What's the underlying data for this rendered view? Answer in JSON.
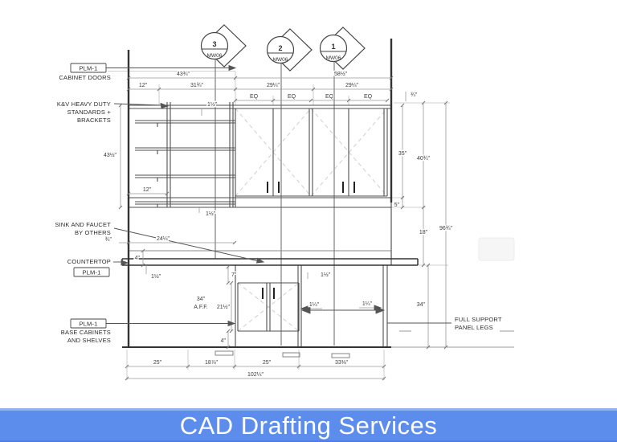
{
  "banner": {
    "title": "CAD Drafting Services"
  },
  "colors": {
    "banner_bg": "#5c8ded",
    "banner_top_edge": "#8fb1f1",
    "banner_text": "#ffffff",
    "drawing_line": "#4f4f4f",
    "heavy_line": "#333333",
    "dim_line": "#9a9a9a",
    "dashed_swing": "#cfcfcf"
  },
  "callouts": [
    {
      "number": "3",
      "sheet": "MW06"
    },
    {
      "number": "2",
      "sheet": "MW06"
    },
    {
      "number": "1",
      "sheet": "MW06"
    }
  ],
  "labels": {
    "plm1": "PLM-1",
    "cabinet_doors": "CABINET DOORS",
    "kv1": "K&V HEAVY DUTY",
    "kv2": "STANDARDS +",
    "kv3": "BRACKETS",
    "sink1": "SINK AND FAUCET",
    "sink2": "BY OTHERS",
    "countertop": "COUNTERTOP",
    "base1": "BASE CABINETS",
    "base2": "AND SHELVES",
    "support1": "FULL SUPPORT",
    "support2": "PANEL LEGS"
  },
  "dims": {
    "top_left": "43¾\"",
    "top_right": "58½\"",
    "upper_12": "12\"",
    "upper_31": "31¾\"",
    "upper_29a": "29¼\"",
    "upper_29b": "29¼\"",
    "eq": "EQ",
    "top_1half": "1½\"",
    "shelf_height": "43½\"",
    "shelf_12": "12\"",
    "shelf_1half": "1½\"",
    "panel_3q": "¾\"",
    "upper_35": "35\"",
    "upper_40": "40¾\"",
    "valance_5": "5\"",
    "splash_18": "18\"",
    "overall_96": "96¾\"",
    "counter_3q": "¾\"",
    "counter_24": "24¼\"",
    "counter_4": "4\"",
    "counter_1half": "1½\"",
    "base_7": "7\"",
    "base_21": "21½\"",
    "base_1half": "1½\"",
    "base_1q_a": "1¼\"",
    "base_1q_b": "1¼\"",
    "base_34": "34\"",
    "toe_4": "4\"",
    "aff_34": "34\"",
    "aff_label": "A.F.F.",
    "bottom_25a": "25\"",
    "bottom_187": "18⅞\"",
    "bottom_25b": "25\"",
    "bottom_333": "33⅜\"",
    "bottom_total": "102¼\""
  }
}
